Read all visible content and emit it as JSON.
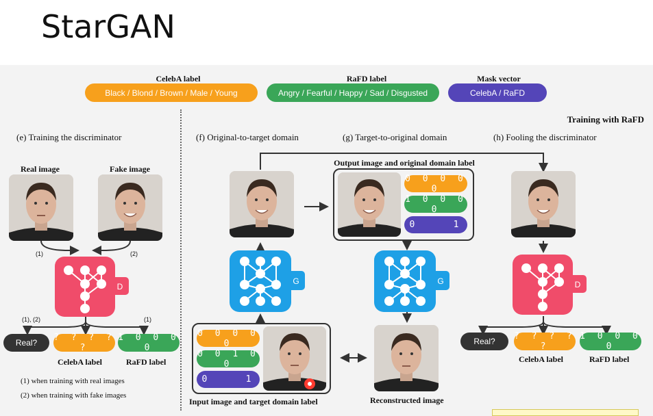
{
  "slide": {
    "title": "StarGAN"
  },
  "legend": {
    "celeba": {
      "heading": "CelebA label",
      "value": "Black / Blond / Brown / Male / Young",
      "color": "#f7a01c"
    },
    "rafd": {
      "heading": "RaFD label",
      "value": "Angry / Fearful / Happy / Sad / Disgusted",
      "color": "#3aa658"
    },
    "mask": {
      "heading": "Mask vector",
      "value": "CelebA / RaFD",
      "color": "#5445b8"
    }
  },
  "training_with": "Training with RaFD",
  "panels": {
    "e": "(e) Training the discriminator",
    "f": "(f) Original-to-target domain",
    "g": "(g) Target-to-original domain",
    "h": "(h) Fooling the discriminator"
  },
  "left": {
    "real_image": "Real image",
    "fake_image": "Fake image",
    "arrow1": "(1)",
    "arrow2": "(2)",
    "arrow12": "(1), (2)",
    "arrow1b": "(1)",
    "disc_letter": "D",
    "out_real": "Real?",
    "out_celeba": "? ? ? ? ?",
    "out_rafd": "1 0 0 0 0",
    "celeba_label": "CelebA label",
    "rafd_label": "RaFD label",
    "note1": "(1) when training with real images",
    "note2": "(2) when training with fake images"
  },
  "middle": {
    "output_caption": "Output image and original domain label",
    "out_celeba": "0 0 0 0 0",
    "out_rafd": "1 0 0 0 0",
    "out_mask": "0    1",
    "gen_letter_f": "G",
    "gen_letter_g": "G",
    "in_celeba": "0 0 0 0 0",
    "in_rafd": "0 0 1 0 0",
    "in_mask": "0    1",
    "input_caption": "Input image and target domain label",
    "recon_caption": "Reconstructed image"
  },
  "right": {
    "disc_letter": "D",
    "out_real": "Real?",
    "out_celeba": "? ? ? ? ?",
    "out_rafd": "1 0 0 0 0",
    "celeba_label": "CelebA label",
    "rafd_label": "RaFD label"
  }
}
